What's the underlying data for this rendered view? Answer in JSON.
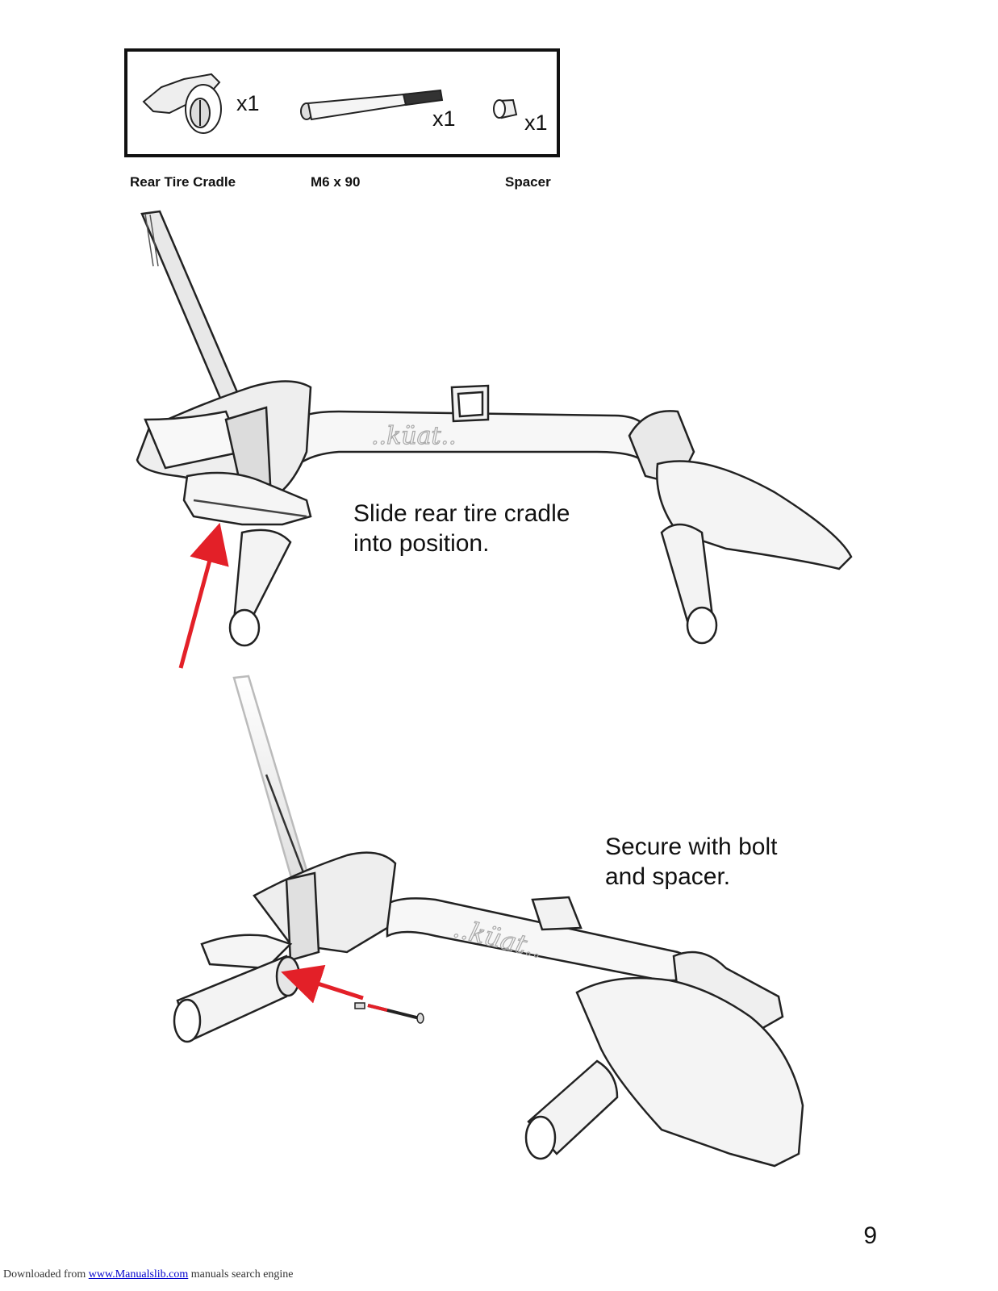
{
  "parts": [
    {
      "name": "Rear Tire Cradle",
      "quantity": "x1"
    },
    {
      "name": "M6 x 90",
      "quantity": "x1"
    },
    {
      "name": "Spacer",
      "quantity": "x1"
    }
  ],
  "steps": [
    {
      "text": "Slide rear tire cradle\ninto position."
    },
    {
      "text": "Secure with bolt\nand spacer."
    }
  ],
  "logo_text": "..küat..",
  "page_number": "9",
  "footer": {
    "prefix": "Downloaded from ",
    "link": "www.Manualslib.com",
    "suffix": "  manuals search engine"
  },
  "colors": {
    "arrow": "#e32028",
    "line": "#222222",
    "fill": "#f1f1f1"
  }
}
